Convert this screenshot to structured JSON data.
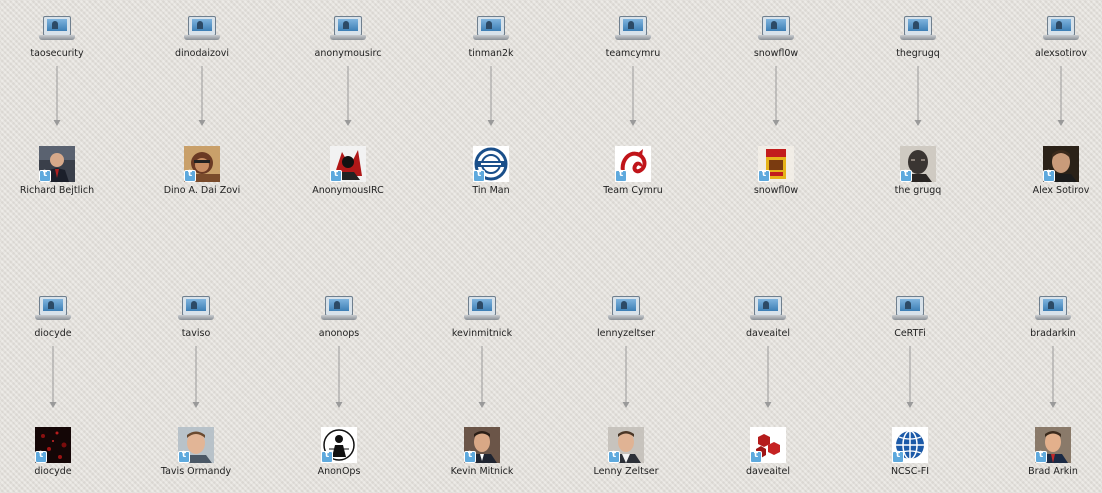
{
  "colors": {
    "background": "#e6e3de",
    "edge": "#9a9a9a",
    "label": "#222222",
    "twitter_badge": "#5ea9dd"
  },
  "rows": [
    {
      "pairs": [
        {
          "source": "taosecurity",
          "target": "Richard Bejtlich",
          "avatar": "man-dark-suit-photo"
        },
        {
          "source": "dinodaizovi",
          "target": "Dino A. Dai Zovi",
          "avatar": "face-pop-art-photo"
        },
        {
          "source": "anonymousirc",
          "target": "AnonymousIRC",
          "avatar": "red-black-comic-logo"
        },
        {
          "source": "tinman2k",
          "target": "Tin Man",
          "avatar": "blue-circle-emblem-logo"
        },
        {
          "source": "teamcymru",
          "target": "Team Cymru",
          "avatar": "red-dragon-logo"
        },
        {
          "source": "snowfl0w",
          "target": "snowfl0w",
          "avatar": "cereal-box-photo"
        },
        {
          "source": "thegrugq",
          "target": "the grugq",
          "avatar": "masked-face-photo"
        },
        {
          "source": "alexsotirov",
          "target": "Alex Sotirov",
          "avatar": "man-portrait-photo"
        }
      ]
    },
    {
      "pairs": [
        {
          "source": "diocyde",
          "target": "diocyde",
          "avatar": "dark-red-noise-image"
        },
        {
          "source": "taviso",
          "target": "Tavis Ormandy",
          "avatar": "man-light-portrait-photo"
        },
        {
          "source": "anonops",
          "target": "AnonOps",
          "avatar": "anonymous-emblem-logo"
        },
        {
          "source": "kevinmitnick",
          "target": "Kevin Mitnick",
          "avatar": "man-suit-photo"
        },
        {
          "source": "lennyzeltser",
          "target": "Lenny Zeltser",
          "avatar": "man-white-shirt-photo"
        },
        {
          "source": "daveaitel",
          "target": "daveaitel",
          "avatar": "red-hexagons-logo"
        },
        {
          "source": "CeRTFi",
          "target": "NCSC-FI",
          "avatar": "blue-globe-logo"
        },
        {
          "source": "bradarkin",
          "target": "Brad Arkin",
          "avatar": "man-tie-photo"
        }
      ]
    }
  ]
}
